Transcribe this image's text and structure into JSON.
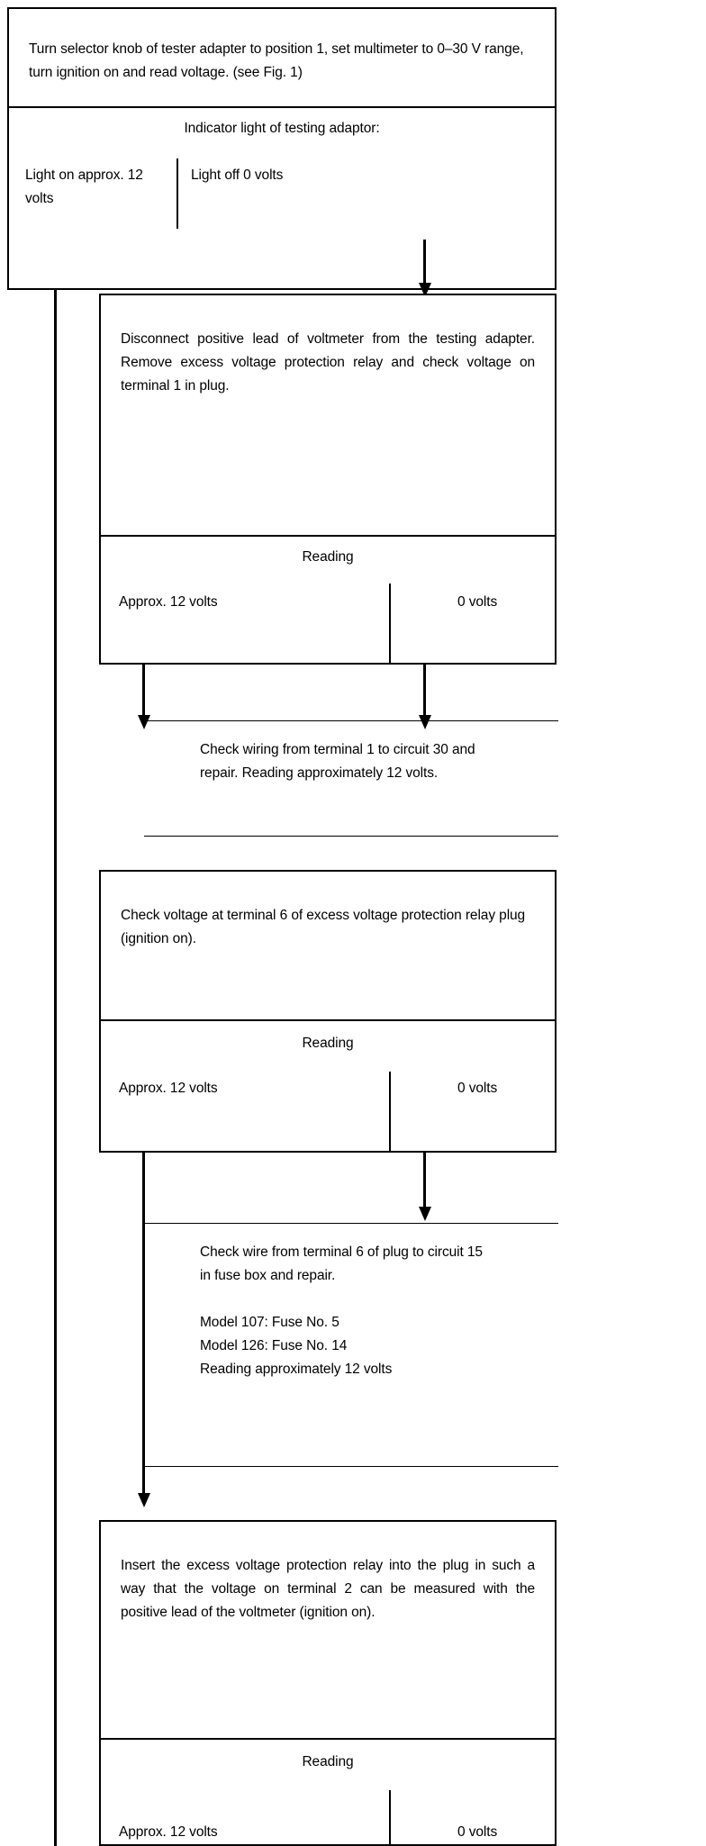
{
  "document": {
    "type": "troubleshooting-flowchart",
    "title": "Excess voltage protection relay test flow chart"
  },
  "nodes": [
    {
      "id": "step-1",
      "instruction": "Turn selector knob of tester adapter to position 1, set multimeter to 0–30 V range, turn ignition on and read voltage. (see Fig. 1)",
      "result_header": "Indicator light of testing adaptor:",
      "result_left": "Light on approx. 12 volts",
      "result_right": "Light off 0 volts"
    },
    {
      "id": "step-2",
      "instruction": "Disconnect positive lead of voltmeter from the testing adapter. Remove excess voltage protection relay and check voltage on terminal 1 in plug.",
      "result_header": "Reading",
      "result_left": "Approx. 12 volts",
      "result_right": "0 volts"
    },
    {
      "id": "action-2",
      "lines": [
        "Check wiring from terminal 1 to circuit 30 and",
        "repair. Reading approximately 12 volts."
      ]
    },
    {
      "id": "step-3",
      "instruction": "Check voltage at terminal 6 of excess voltage protection relay plug (ignition on).",
      "result_header": "Reading",
      "result_left": "Approx. 12 volts",
      "result_right": "0 volts"
    },
    {
      "id": "action-3",
      "lines": [
        "Check wire from terminal 6 of plug to circuit 15",
        "in fuse box and repair.",
        "",
        "Model 107: Fuse No. 5",
        "Model 126: Fuse No. 14",
        "Reading approximately 12 volts"
      ]
    },
    {
      "id": "step-4",
      "instruction": "Insert the excess voltage protection relay into the plug in such a way that the voltage on terminal 2 can be measured with the positive lead of the voltmeter (ignition on).",
      "result_header": "Reading",
      "result_left": "Approx. 12 volts",
      "result_right": "0 volts"
    }
  ],
  "step1": {
    "instruction": "Turn selector knob of tester adapter to position 1, set multimeter to 0–30 V range, turn ignition on and read voltage. (see Fig. 1)",
    "result_header": "Indicator light of testing adaptor:",
    "result_left": "Light on approx. 12 volts",
    "result_right": "Light off 0 volts"
  },
  "step2": {
    "instruction": "Disconnect positive lead of voltmeter from the testing adapter. Remove excess voltage protection relay and check voltage on terminal 1 in plug.",
    "result_header": "Reading",
    "result_left": "Approx. 12 volts",
    "result_right": "0 volts"
  },
  "action2": {
    "line1": "Check wiring from terminal 1 to circuit 30 and",
    "line2": "repair. Reading approximately 12 volts."
  },
  "step3": {
    "instruction": "Check voltage at terminal 6 of excess voltage protection relay plug (ignition on).",
    "result_header": "Reading",
    "result_left": "Approx. 12 volts",
    "result_right": "0 volts"
  },
  "action3": {
    "line1": "Check wire from terminal 6 of plug to circuit 15",
    "line2": "in fuse box and repair.",
    "line3": "Model 107: Fuse No. 5",
    "line4": "Model 126: Fuse No. 14",
    "line5": "Reading approximately 12 volts"
  },
  "step4": {
    "instruction": "Insert the excess voltage protection relay into the plug in such a way that the voltage on terminal 2 can be measured with the positive lead of the voltmeter (ignition on).",
    "result_header": "Reading",
    "result_left": "Approx. 12 volts",
    "result_right": "0 volts"
  },
  "colors": {
    "ink": "#000000",
    "paper": "#ffffff"
  }
}
